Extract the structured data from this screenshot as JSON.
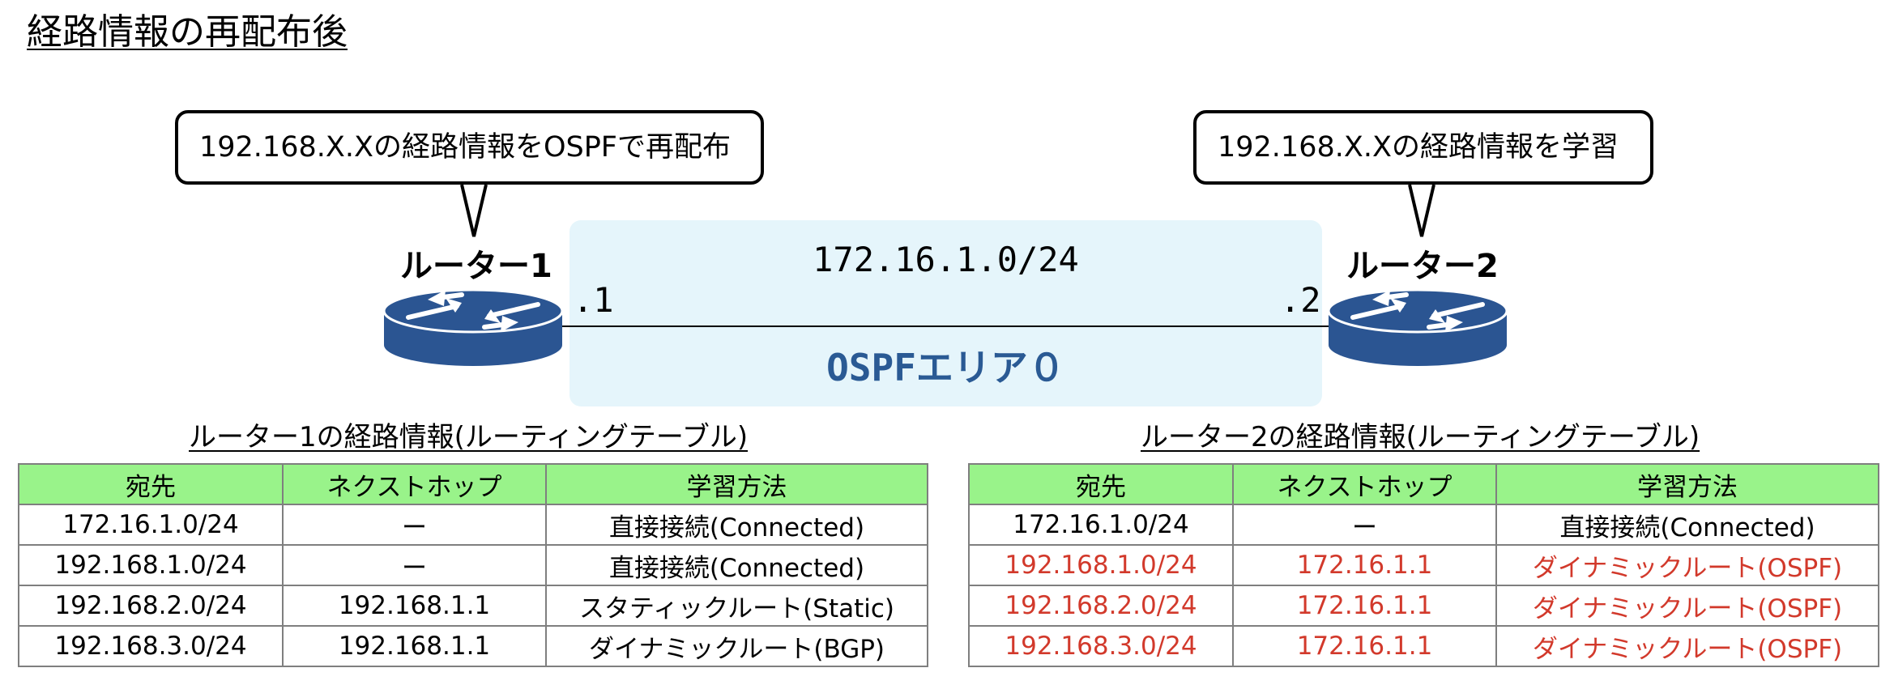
{
  "title": "経路情報の再配布後",
  "callouts": {
    "router1": "192.168.X.Xの経路情報をOSPFで再配布",
    "router2": "192.168.X.Xの経路情報を学習"
  },
  "network": {
    "subnet": "172.16.1.0/24",
    "area": "OSPFエリア０",
    "router1_ip": ".1",
    "router2_ip": ".2"
  },
  "routers": {
    "router1": "ルーター1",
    "router2": "ルーター2"
  },
  "tables": {
    "router1": {
      "caption": "ルーター1の経路情報(ルーティングテーブル)",
      "headers": [
        "宛先",
        "ネクストホップ",
        "学習方法"
      ],
      "rows": [
        [
          "172.16.1.0/24",
          "ー",
          "直接接続(Connected)"
        ],
        [
          "192.168.1.0/24",
          "ー",
          "直接接続(Connected)"
        ],
        [
          "192.168.2.0/24",
          "192.168.1.1",
          "スタティックルート(Static)"
        ],
        [
          "192.168.3.0/24",
          "192.168.1.1",
          "ダイナミックルート(BGP)"
        ]
      ]
    },
    "router2": {
      "caption": "ルーター2の経路情報(ルーティングテーブル)",
      "headers": [
        "宛先",
        "ネクストホップ",
        "学習方法"
      ],
      "rows": [
        [
          "172.16.1.0/24",
          "ー",
          "直接接続(Connected)"
        ],
        [
          "192.168.1.0/24",
          "172.16.1.1",
          "ダイナミックルート(OSPF)"
        ],
        [
          "192.168.2.0/24",
          "172.16.1.1",
          "ダイナミックルート(OSPF)"
        ],
        [
          "192.168.3.0/24",
          "172.16.1.1",
          "ダイナミックルート(OSPF)"
        ]
      ]
    }
  },
  "colors": {
    "router_fill": "#2b5592",
    "area_bg": "#e5f5fb",
    "area_label": "#2a5a94",
    "table_header": "#99f38a",
    "redistributed_text": "#d2392b"
  }
}
